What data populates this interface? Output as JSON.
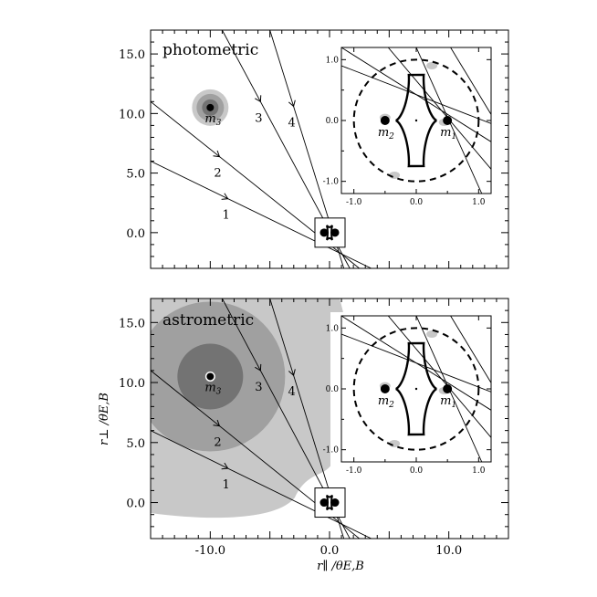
{
  "panels": [
    {
      "label": "photometric",
      "shading": "compact",
      "y_ticks": [
        "15.0",
        "10.0",
        "5.0",
        "0.0"
      ],
      "show_x_ticks": false
    },
    {
      "label": "astrometric",
      "shading": "extended",
      "y_ticks": [
        "15.0",
        "10.0",
        "5.0",
        "0.0"
      ],
      "show_x_ticks": true
    }
  ],
  "x_ticks": [
    "-10.0",
    "0.0",
    "10.0"
  ],
  "x_axis_label": "r∥ /θE,B",
  "y_axis_label": "r⊥ /θE,B",
  "trajectory_labels": [
    "1",
    "2",
    "3",
    "4"
  ],
  "mass_labels": {
    "m3": "m3",
    "m2": "m2",
    "m1": "m1"
  },
  "inset": {
    "ticks": [
      "-1.0",
      "0.0",
      "1.0"
    ]
  },
  "colors": {
    "light_gray": "#c8c8c8",
    "mid_gray": "#a0a0a0",
    "dark_gray": "#737373",
    "line": "#000000"
  },
  "chart_data": {
    "type": "scatter",
    "x_range": [
      -15,
      15
    ],
    "y_range": [
      -3,
      17
    ],
    "inset_range": [
      -1.2,
      1.2
    ],
    "masses": [
      {
        "name": "m3",
        "x": -10.0,
        "y": 10.5
      },
      {
        "name": "m2",
        "x": -0.5,
        "y": 0.0
      },
      {
        "name": "m1",
        "x": 0.5,
        "y": 0.0
      }
    ],
    "trajectories": [
      {
        "label": "1",
        "x_start": -15.0,
        "y_start": 6.0,
        "x_end": 3.5,
        "y_end": -3.0
      },
      {
        "label": "2",
        "x_start": -15.0,
        "y_start": 11.0,
        "x_end": 2.5,
        "y_end": -3.0
      },
      {
        "label": "3",
        "x_start": -9.0,
        "y_start": 17.0,
        "x_end": 1.7,
        "y_end": -3.0
      },
      {
        "label": "4",
        "x_start": -5.0,
        "y_start": 17.0,
        "x_end": 1.2,
        "y_end": -3.0
      }
    ],
    "source_size_circle_radius": 1.0
  }
}
